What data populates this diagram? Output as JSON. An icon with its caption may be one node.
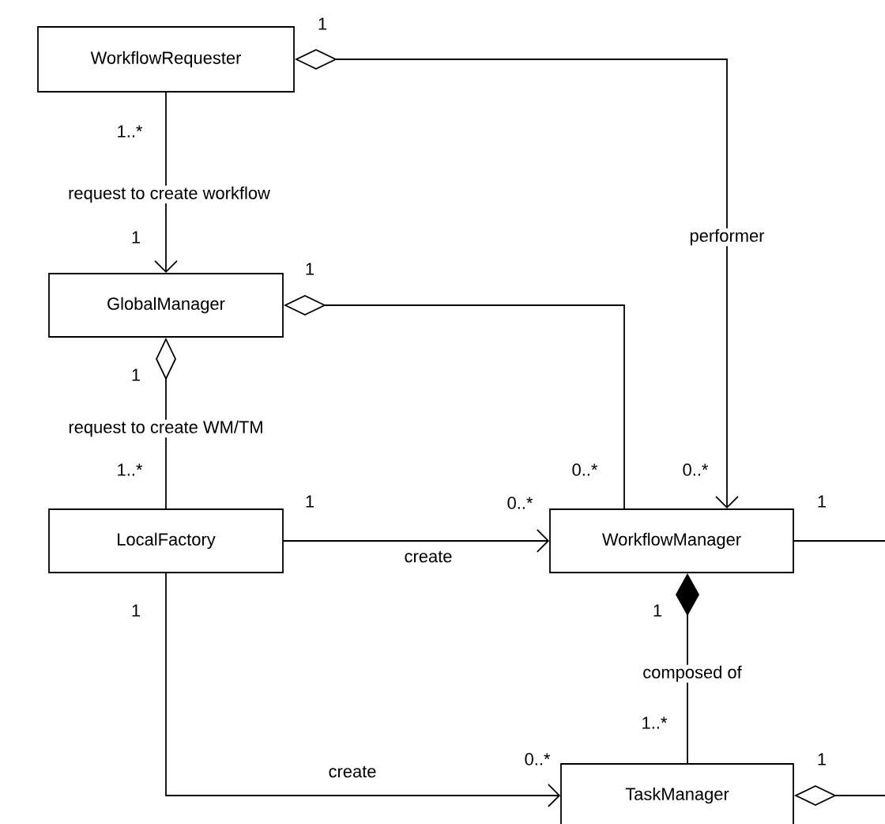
{
  "diagram": {
    "nodes": [
      {
        "text": [
          "WorkflowRequester"
        ]
      },
      {
        "text": [
          "GlobalManager"
        ]
      },
      {
        "text": [
          "LocalFactory"
        ]
      },
      {
        "text": [
          "WorkflowManager"
        ]
      },
      {
        "text": [
          "TaskManager"
        ]
      }
    ],
    "edges": [
      {
        "from": 0,
        "to": 1,
        "arrow": "to",
        "label": "request to create workflow"
      },
      {
        "from": 0,
        "to": 3,
        "arrow": "to",
        "label": "performer"
      },
      {
        "from": 1,
        "to": 3,
        "arrow": "other"
      },
      {
        "from": 1,
        "to": 2,
        "arrow": "other",
        "label": "request to create WM/TM"
      },
      {
        "from": 2,
        "to": 3,
        "arrow": "to",
        "label": "create"
      },
      {
        "from": 3,
        "to": 4,
        "arrow": "other",
        "label": "composed of"
      },
      {
        "from": 2,
        "to": 4,
        "arrow": "to",
        "label": "create"
      },
      {
        "from": 3,
        "to": null,
        "arrow": "none"
      },
      {
        "from": 4,
        "to": null,
        "arrow": "other"
      }
    ],
    "labels": [
      "1",
      "1..*",
      "1",
      "1",
      "1",
      "1..*",
      "0..*",
      "0..*",
      "1",
      "0..*",
      "1",
      "1",
      "1",
      "1..*",
      "0..*",
      "1"
    ]
  }
}
